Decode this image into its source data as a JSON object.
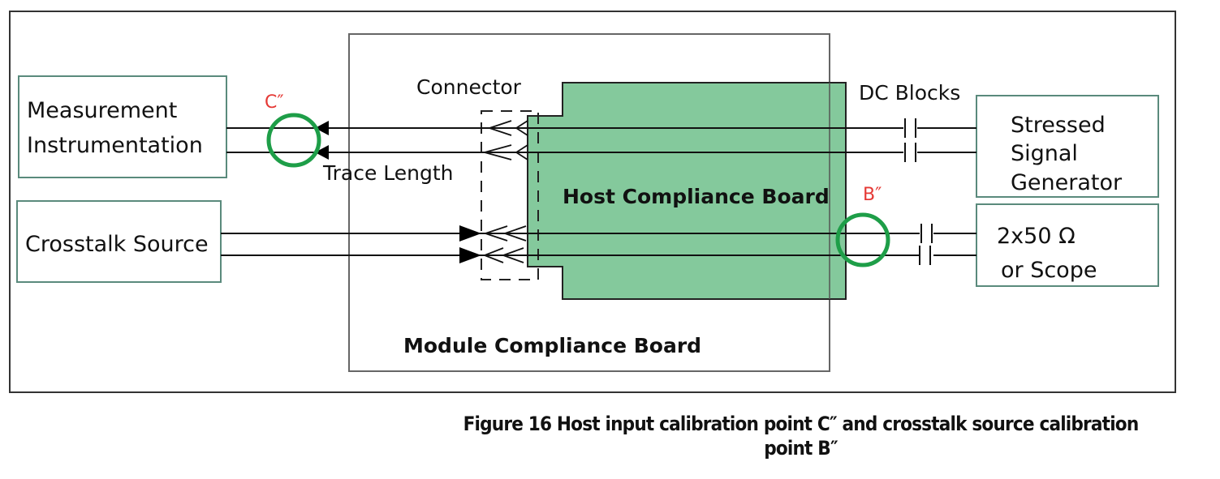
{
  "diagram": {
    "boxes": {
      "measurement": {
        "line1": "Measurement",
        "line2": "Instrumentation"
      },
      "crosstalk": {
        "label": "Crosstalk Source"
      },
      "stressed": {
        "line1": "Stressed",
        "line2": "Signal",
        "line3": "Generator"
      },
      "scope": {
        "line1": "2x50 Ω",
        "line2": "or Scope"
      }
    },
    "boards": {
      "module": "Module Compliance Board",
      "host": "Host Compliance Board"
    },
    "labels": {
      "connector": "Connector",
      "trace_length": "Trace Length",
      "dc_blocks": "DC Blocks"
    },
    "calibration_points": {
      "c": "C″",
      "b": "B″"
    },
    "colors": {
      "host_board_fill": "#84c99c",
      "calibration_circle": "#1e9e48",
      "calibration_label": "#e53935",
      "box_border": "#5a8a7c"
    }
  },
  "caption": {
    "line1": "Figure 16  Host input calibration point C″ and crosstalk source calibration",
    "line2": "point B″"
  }
}
